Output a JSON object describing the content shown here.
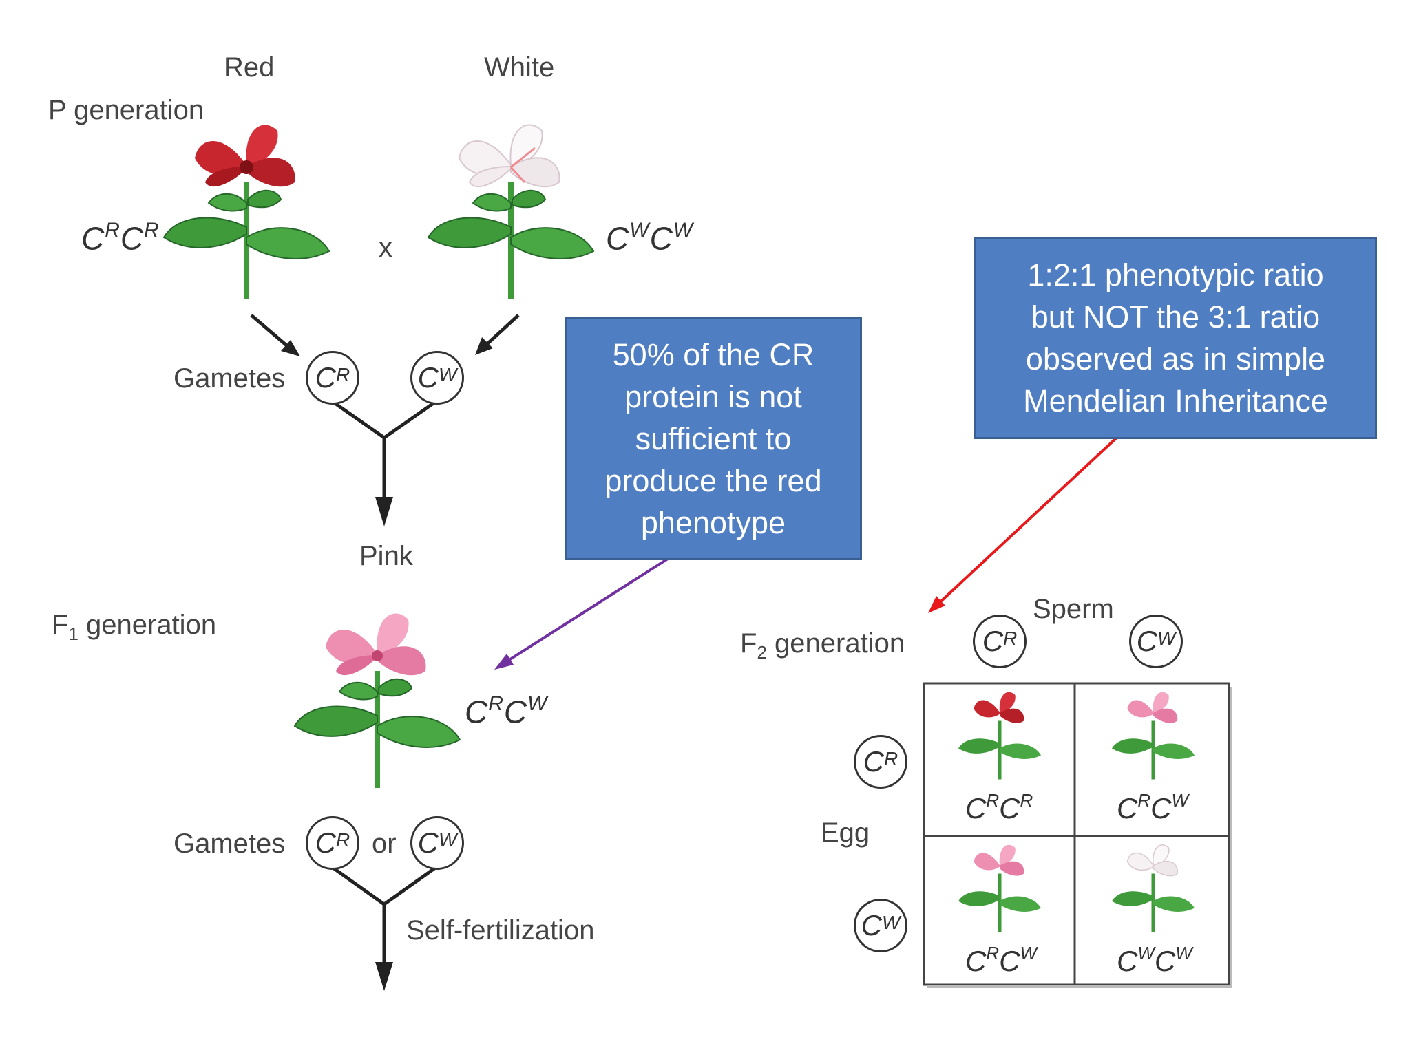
{
  "p_generation": {
    "label": "P generation",
    "red_label": "Red",
    "white_label": "White",
    "red_genotype": {
      "base": "C",
      "sup1": "R",
      "sup2": "R"
    },
    "white_genotype": {
      "base": "C",
      "sup1": "W",
      "sup2": "W"
    },
    "cross_symbol": "x",
    "gametes_label": "Gametes",
    "gamete_r": "R",
    "gamete_w": "W",
    "offspring_label": "Pink"
  },
  "f1_generation": {
    "label": "F",
    "label_sub": "1",
    "label_rest": " generation",
    "genotype": {
      "base": "C",
      "sup1": "R",
      "sup2": "W"
    },
    "gametes_label": "Gametes",
    "or_label": "or",
    "gamete_r": "R",
    "gamete_w": "W",
    "self_fert_label": "Self-fertilization"
  },
  "f2_generation": {
    "label": "F",
    "label_sub": "2",
    "label_rest": " generation",
    "sperm_label": "Sperm",
    "egg_label": "Egg",
    "sperm_alleles": [
      "R",
      "W"
    ],
    "egg_alleles": [
      "R",
      "W"
    ],
    "cells": [
      {
        "sup1": "R",
        "sup2": "R",
        "flower": "red"
      },
      {
        "sup1": "R",
        "sup2": "W",
        "flower": "pink"
      },
      {
        "sup1": "R",
        "sup2": "W",
        "flower": "pink"
      },
      {
        "sup1": "W",
        "sup2": "W",
        "flower": "white"
      }
    ]
  },
  "callouts": {
    "protein": [
      "50% of the CR",
      "protein is not",
      "sufficient to",
      "produce the red",
      "phenotype"
    ],
    "ratio": [
      "1:2:1 phenotypic ratio",
      "but NOT the 3:1 ratio",
      "observed as in simple",
      "Mendelian Inheritance"
    ]
  },
  "colors": {
    "callout_fill": "#4f7ec2",
    "callout_border": "#3a5f93",
    "arrow_purple": "#7030a0",
    "arrow_red": "#e8191b",
    "red_flower": "#c8262e",
    "pink_flower": "#ee8fb2",
    "white_flower": "#f6f1f3",
    "leaf": "#3f9a3a"
  }
}
